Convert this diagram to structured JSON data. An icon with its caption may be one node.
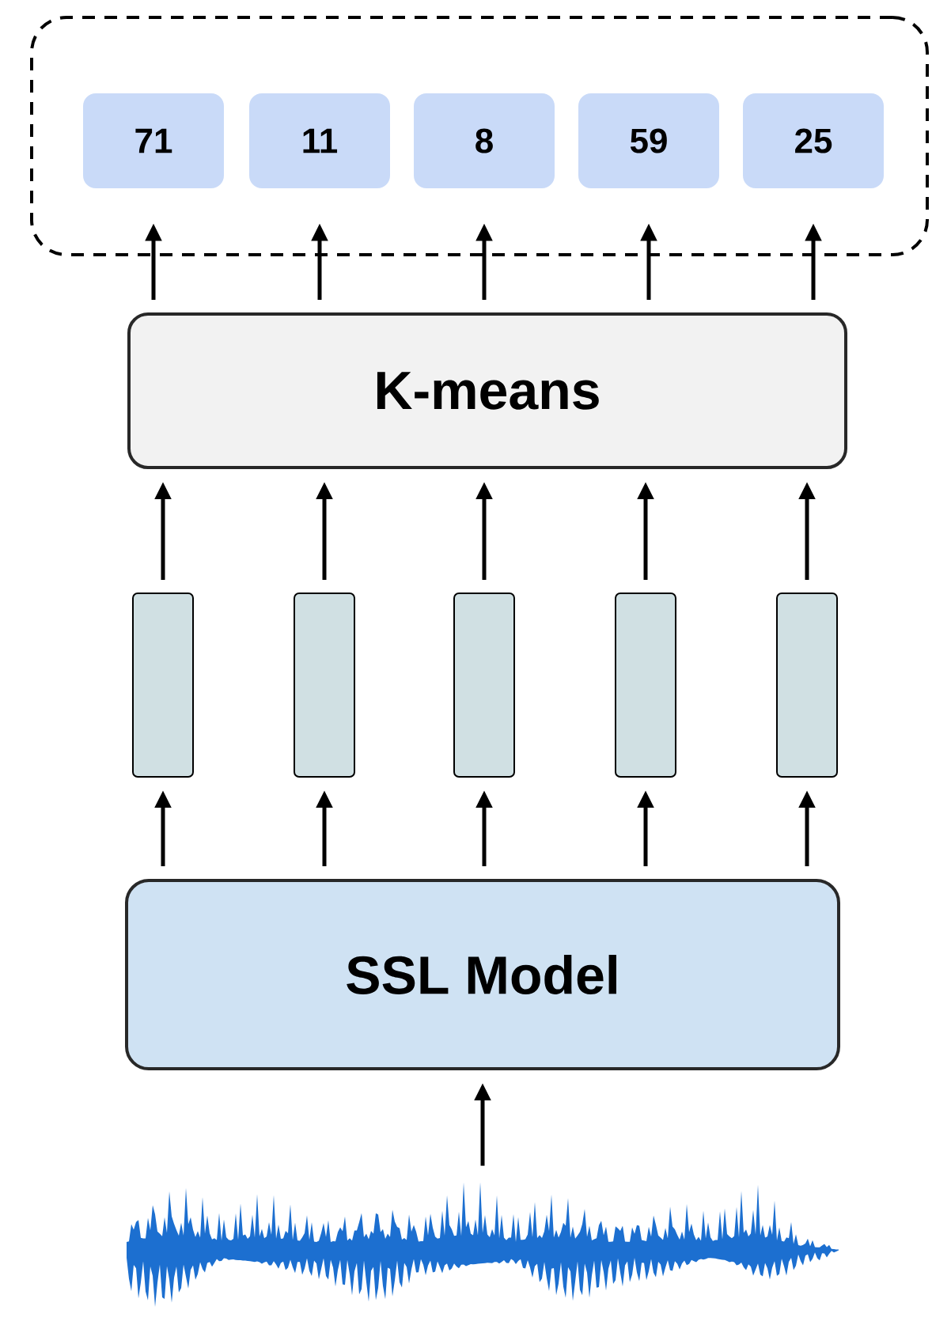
{
  "diagram": {
    "nodes": [
      {
        "text": [],
        "shape": "box"
      },
      {
        "text": [
          "71"
        ],
        "in": 0
      },
      {
        "text": [
          "11"
        ],
        "in": 0
      },
      {
        "text": [
          "8"
        ],
        "in": 0
      },
      {
        "text": [
          "59"
        ],
        "in": 0
      },
      {
        "text": [
          "25"
        ],
        "in": 0
      },
      {
        "text": [
          "K-means"
        ]
      },
      {
        "text": [],
        "shape": "bar"
      },
      {
        "text": [],
        "shape": "bar"
      },
      {
        "text": [],
        "shape": "bar"
      },
      {
        "text": [],
        "shape": "bar"
      },
      {
        "text": [],
        "shape": "bar"
      },
      {
        "text": [
          "SSL Model"
        ]
      },
      {
        "text": [],
        "shape": "picture"
      }
    ],
    "edges": [
      {
        "from": 13,
        "to": 12,
        "arrow": "to"
      },
      {
        "from": 12,
        "to": 7,
        "arrow": "to"
      },
      {
        "from": 12,
        "to": 8,
        "arrow": "to"
      },
      {
        "from": 12,
        "to": 9,
        "arrow": "to"
      },
      {
        "from": 12,
        "to": 10,
        "arrow": "to"
      },
      {
        "from": 12,
        "to": 11,
        "arrow": "to"
      },
      {
        "from": 7,
        "to": 6,
        "arrow": "to"
      },
      {
        "from": 8,
        "to": 6,
        "arrow": "to"
      },
      {
        "from": 9,
        "to": 6,
        "arrow": "to"
      },
      {
        "from": 10,
        "to": 6,
        "arrow": "to"
      },
      {
        "from": 11,
        "to": 6,
        "arrow": "to"
      },
      {
        "from": 6,
        "to": 1,
        "arrow": "to"
      },
      {
        "from": 6,
        "to": 2,
        "arrow": "to"
      },
      {
        "from": 6,
        "to": 3,
        "arrow": "to"
      },
      {
        "from": 6,
        "to": 4,
        "arrow": "to"
      },
      {
        "from": 6,
        "to": 5,
        "arrow": "to"
      }
    ]
  }
}
